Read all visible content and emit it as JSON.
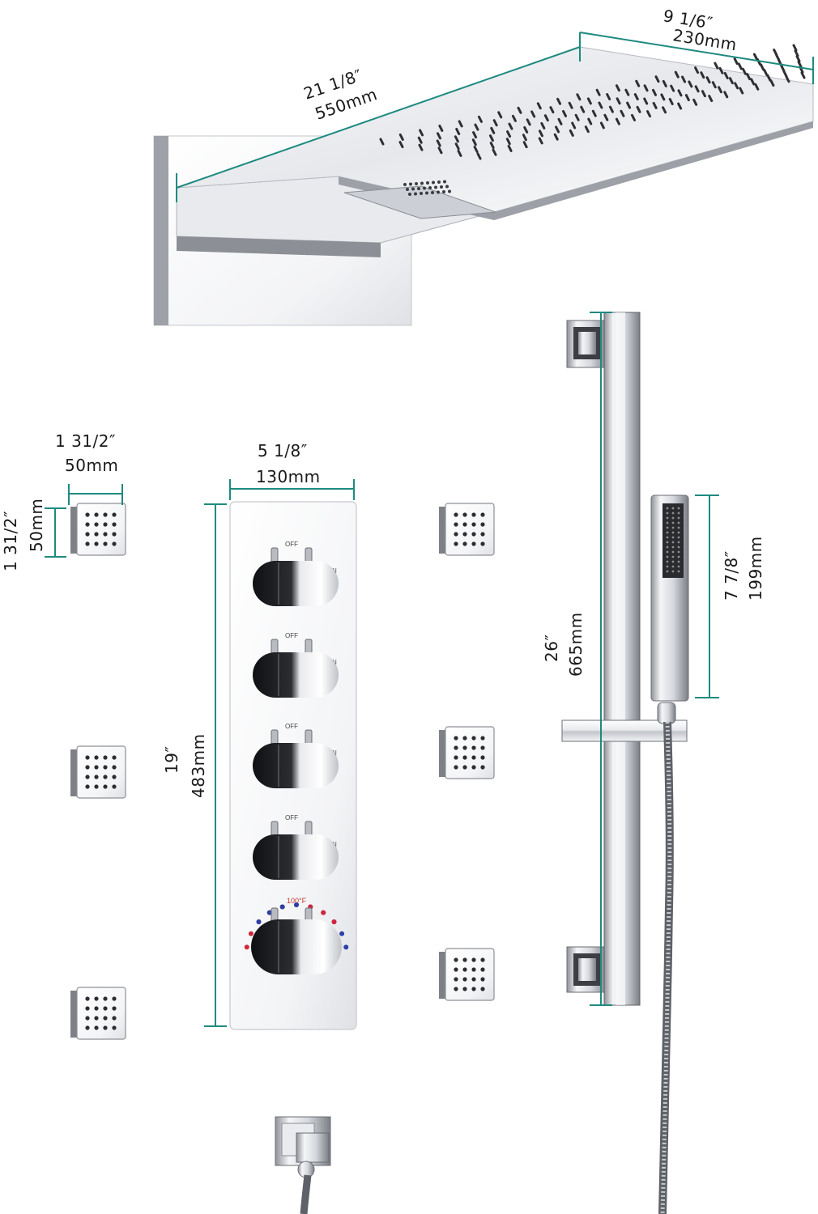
{
  "dimensions": {
    "shower_head_width": {
      "inch": "21 1/8″",
      "mm": "550mm"
    },
    "shower_head_depth": {
      "inch": "9 1/6″",
      "mm": "230mm"
    },
    "body_jet_width": {
      "inch": "1 31/2″",
      "mm": "50mm"
    },
    "body_jet_height": {
      "inch": "1 31/2″",
      "mm": "50mm"
    },
    "valve_width": {
      "inch": "5 1/8″",
      "mm": "130mm"
    },
    "valve_height": {
      "inch": "19″",
      "mm": "483mm"
    },
    "slide_bar_height": {
      "inch": "26″",
      "mm": "665mm"
    },
    "hand_shower_length": {
      "inch": "7 7/8″",
      "mm": "199mm"
    }
  },
  "valve_labels": {
    "off": "OFF",
    "on": "N",
    "temperature": "100°F"
  },
  "colors": {
    "dimension_line": "#1e8a80",
    "chrome_light": "#f4f5f7",
    "chrome_mid": "#c9ccd2",
    "chrome_dark": "#5a5d63",
    "knob_dark": "#1b1c1f",
    "hot": "#d0263a",
    "cold": "#2a3fa8"
  }
}
